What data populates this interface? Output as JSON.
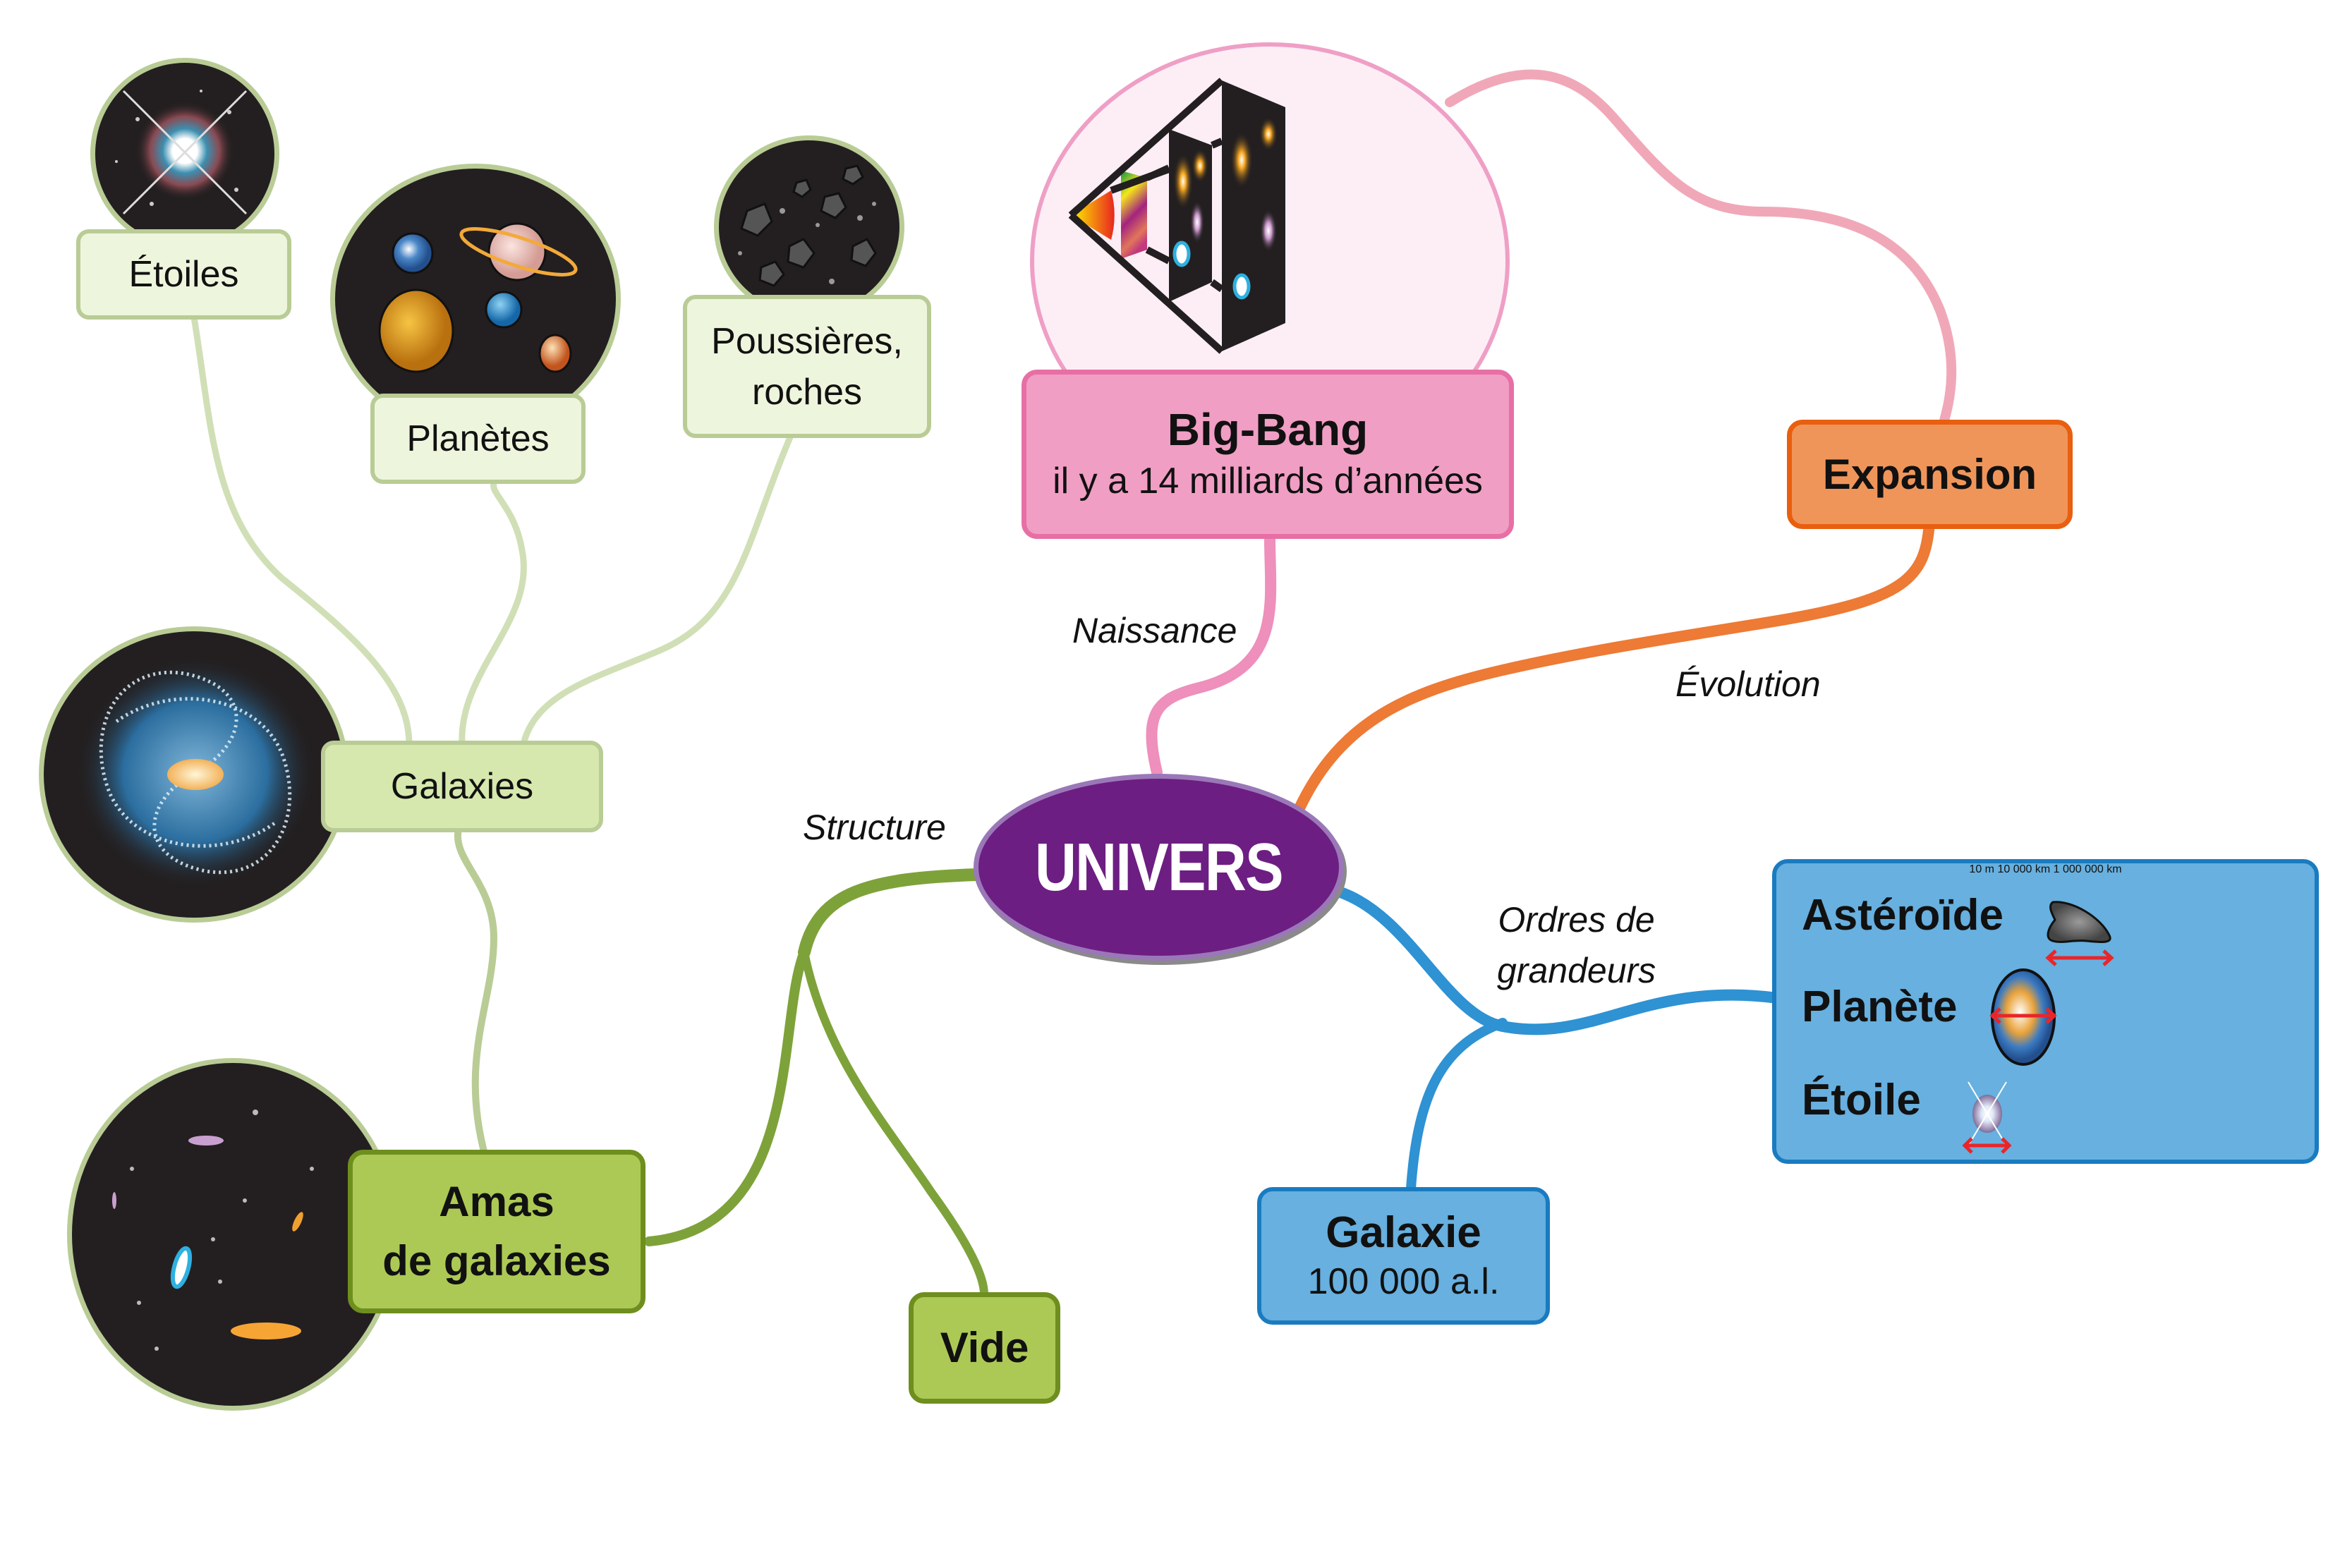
{
  "center": {
    "label": "UNIVERS",
    "color": "#6d1e82",
    "border": "#9a78b8"
  },
  "branches": {
    "structure": {
      "label": "Structure",
      "color": "#7ea23a"
    },
    "naissance": {
      "label": "Naissance",
      "color": "#ee8fbc"
    },
    "evolution": {
      "label": "Évolution",
      "color": "#ed7a35"
    },
    "ordres": {
      "label": "Ordres de grandeurs",
      "line1": "Ordres de",
      "line2": "grandeurs",
      "color": "#2e92d3"
    }
  },
  "nodes": {
    "big_bang": {
      "title": "Big-Bang",
      "subtitle": "il y a 14 milliards d’années"
    },
    "expansion": {
      "title": "Expansion"
    },
    "amas": {
      "line1": "Amas",
      "line2": "de galaxies"
    },
    "vide": {
      "title": "Vide"
    },
    "galaxies": {
      "title": "Galaxies"
    },
    "etoiles": {
      "title": "Étoiles"
    },
    "planetes": {
      "title": "Planètes"
    },
    "poussieres": {
      "line1": "Poussières,",
      "line2": "roches"
    },
    "galaxie": {
      "title": "Galaxie",
      "subtitle": "100 000 a.l."
    }
  },
  "scales": {
    "items": [
      {
        "name": "Astéroïde",
        "value": "10 m",
        "icon": "asteroid-icon"
      },
      {
        "name": "Planète",
        "value": "10 000 km",
        "icon": "planet-icon"
      },
      {
        "name": "Étoile",
        "value": "1 000 000 km",
        "icon": "star-icon"
      }
    ],
    "arrow_color": "#e8262a"
  },
  "illustrations": {
    "big_bang_diagram": "big-bang-cone-illustration",
    "etoiles": "star-burst-image",
    "planetes": "planets-image",
    "poussieres": "dust-rocks-image",
    "galaxies": "spiral-galaxy-image",
    "amas": "galaxy-cluster-image",
    "galaxie": "spiral-galaxy-scale-image"
  }
}
